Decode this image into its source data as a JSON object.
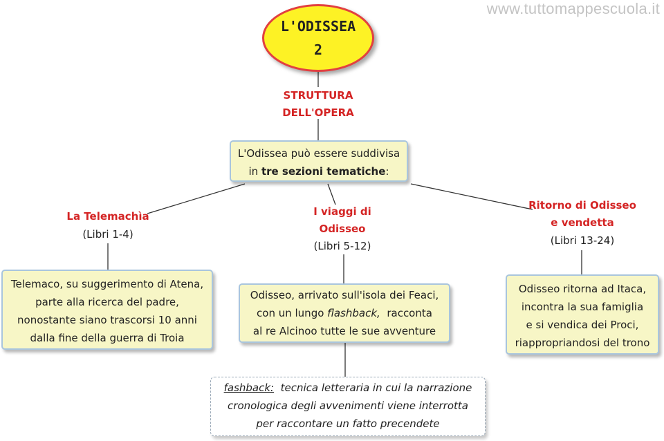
{
  "watermark": "www.tuttomappescuola.it",
  "title": {
    "line1": "L'ODISSEA",
    "line2": "2"
  },
  "connector": {
    "line1": "STRUTTURA",
    "line2": "DELL'OPERA"
  },
  "intro": {
    "prefix": "L'Odissea può essere suddivisa",
    "in_word": "in ",
    "bold": "tre sezioni tematiche",
    "suffix": ":"
  },
  "sections": [
    {
      "title_line1": "La Telemachìa",
      "title_line2": "",
      "books": "(Libri 1-4)",
      "desc": [
        "Telemaco, su suggerimento di Atena,",
        "parte alla ricerca del padre,",
        "nonostante siano trascorsi 10 anni",
        "dalla fine della guerra di Troia"
      ]
    },
    {
      "title_line1": "I viaggi di",
      "title_line2": "Odisseo",
      "books": "(Libri 5-12)",
      "desc_line1": "Odisseo, arrivato sull'isola dei Feaci,",
      "desc_line2_a": "con un lungo ",
      "desc_line2_italic": "flashback,",
      "desc_line2_b": "  racconta",
      "desc_line3": "al re Alcinoo tutte le sue avventure"
    },
    {
      "title_line1": "Ritorno di Odisseo",
      "title_line2": "e vendetta",
      "books": "(Libri 13-24)",
      "desc": [
        "Odisseo ritorna ad Itaca,",
        "incontra la sua famiglia",
        "e si vendica dei Proci,",
        "riappropriandosi del trono"
      ]
    }
  ],
  "note": {
    "term": "fashback:",
    "line1_rest": "  tecnica letteraria in cui la narrazione",
    "line2": "cronologica degli avvenimenti viene interrotta",
    "line3": "per raccontare un fatto precendete"
  }
}
